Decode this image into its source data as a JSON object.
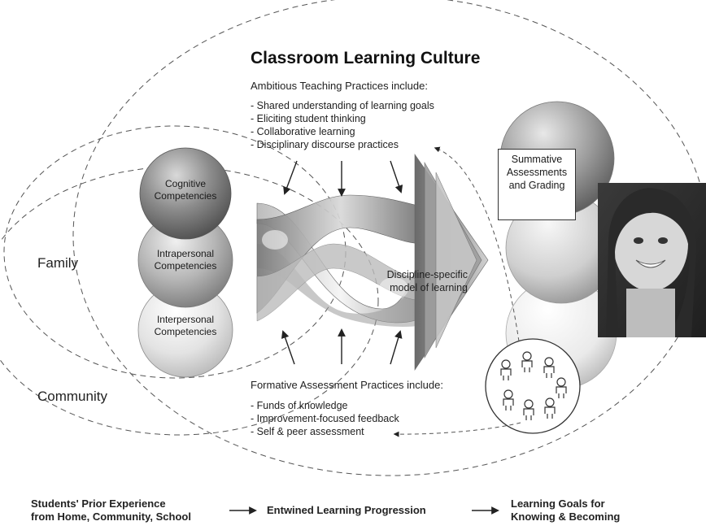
{
  "title": "Classroom Learning Culture",
  "ambitious_heading": "Ambitious Teaching Practices include:",
  "ambitious_items": [
    "- Shared understanding of learning goals",
    "- Eliciting student thinking",
    "- Collaborative learning",
    "- Disciplinary discourse practices"
  ],
  "formative_heading": "Formative Assessment Practices include:",
  "formative_items": [
    "- Funds of knowledge",
    "- Improvement-focused feedback",
    "- Self & peer assessment"
  ],
  "contexts": {
    "family": "Family",
    "community": "Community"
  },
  "competencies": {
    "cognitive": [
      "Cognitive",
      "Competencies"
    ],
    "intrapersonal": [
      "Intrapersonal",
      "Competencies"
    ],
    "interpersonal": [
      "Interpersonal",
      "Competencies"
    ]
  },
  "center_label": [
    "Discipline-specific",
    "model of learning"
  ],
  "summative_box": [
    "Summative",
    "Assessments",
    "and Grading"
  ],
  "footer": {
    "left": [
      "Students' Prior Experience",
      "from Home, Community, School"
    ],
    "middle": "Entwined Learning Progression",
    "right": [
      "Learning Goals for",
      "Knowing & Becoming"
    ]
  },
  "colors": {
    "ink": "#1a1a1a",
    "dash": "#555555",
    "sphere_dark": "#6e6e6e",
    "sphere_light": "#f2f2f2"
  }
}
